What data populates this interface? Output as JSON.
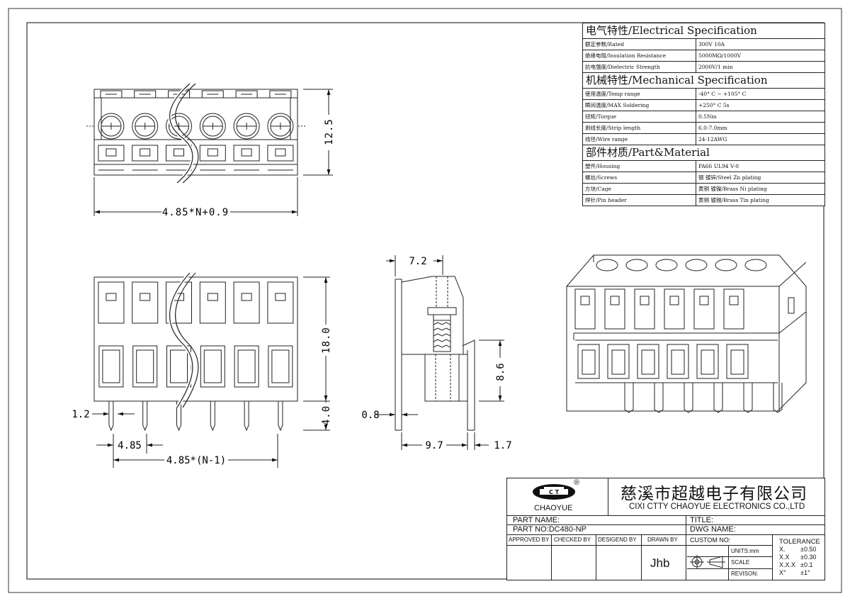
{
  "dimensions": {
    "top_pitch_total": "4.85*N+0.9",
    "top_height": "12.5",
    "front_height": "18.0",
    "pin_length": "4.0",
    "pin_width": "1.2",
    "pitch": "4.85",
    "pitch_total": "4.85*(N-1)",
    "side_depth_top": "7.2",
    "pin_thickness": "0.8",
    "side_pin_height": "8.6",
    "side_base_width": "9.7",
    "side_offset": "1.7"
  },
  "electrical": {
    "title": "电气特性/Electrical Specification",
    "rows": [
      {
        "k": "额定参数/Rated",
        "v": "300V  10A"
      },
      {
        "k": "绝缘电阻/Insulation Resistance",
        "v": "5000MΩ/1000V"
      },
      {
        "k": "抗电强度/Dielectric Strength",
        "v": "2000V/1 min"
      }
    ]
  },
  "mechanical": {
    "title": "机械特性/Mechanical Specification",
    "rows": [
      {
        "k": "使用温度/Temp range",
        "v": "-40° C ~ +105° C"
      },
      {
        "k": "瞬间温度/MAX Soldering",
        "v": "+250° C   5s"
      },
      {
        "k": "扭矩/Torque",
        "v": "0.5Nm"
      },
      {
        "k": "剥线长度/Strip length",
        "v": "6.0-7.0mm"
      },
      {
        "k": "线径/Wire range",
        "v": "24-12AWG"
      }
    ]
  },
  "material": {
    "title": "部件材质/Part&Material",
    "rows": [
      {
        "k": "塑件/Housing",
        "v": "PA66 UL94 V-0"
      },
      {
        "k": "螺丝/Screws",
        "v": "钢 镀锌/Steel Zn plating"
      },
      {
        "k": "方块/Cage",
        "v": "黄铜 镀镍/Brass Ni plating"
      },
      {
        "k": "焊针/Pin header",
        "v": "黄铜 镀锡/Brass Tin plating"
      }
    ]
  },
  "titleblock": {
    "logo_text": "CHAOYUE",
    "logo_mark": "®",
    "company_cn": "慈溪市超越电子有限公司",
    "company_en": "CIXI CTTY CHAOYUE ELECTRONICS CO.,LTD",
    "part_name_label": "PART NAME:",
    "part_no_label": "PART NO:DC480-NP",
    "title_label": "TITLE:",
    "dwg_name_label": "DWG NAME:",
    "approved_by": "APPROVED BY",
    "checked_by": "CHECKED BY",
    "designed_by": "DESIGEND BY",
    "drawn_by": "DRAWN BY",
    "drawn_by_value": "Jhb",
    "custom_no": "CUSTOM NO:",
    "units": "UNITS:mm",
    "scale": "SCALE",
    "revision": "REVISON:",
    "tolerance_title": "TOLERANCE",
    "tolerances": [
      {
        "k": "X.",
        "v": "±0.50"
      },
      {
        "k": "X.X",
        "v": "±0.30"
      },
      {
        "k": "X.X.X",
        "v": "±0.1"
      },
      {
        "k": "X°",
        "v": "±1°"
      }
    ]
  }
}
